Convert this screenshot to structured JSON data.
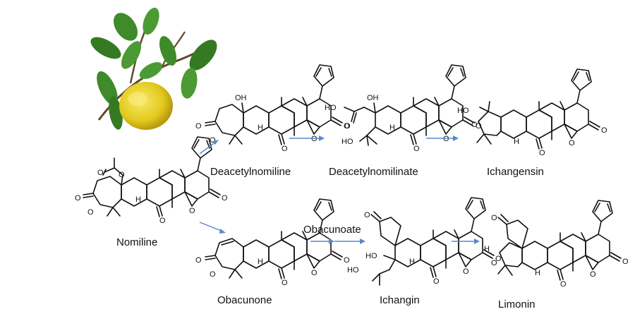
{
  "compounds": {
    "nomiline": "Nomiline",
    "deacetylnomiline": "Deacetylnomiline",
    "deacetylnomilinate": "Deacetylnomilinate",
    "ichangensin": "Ichangensin",
    "obacunone": "Obacunone",
    "ichangin": "Ichangin",
    "limonin": "Limonin"
  },
  "intermediate_label": "Obacunoate",
  "atoms": {
    "O": "O",
    "H": "H",
    "OH": "OH",
    "HO": "HO",
    "HO_bond": "HO",
    "H_bond": "H"
  },
  "colors": {
    "arrow": "#5b87c9",
    "fruit": "#e8d02a",
    "leaf": "#3f8a2a",
    "stem": "#5e4a2a"
  }
}
